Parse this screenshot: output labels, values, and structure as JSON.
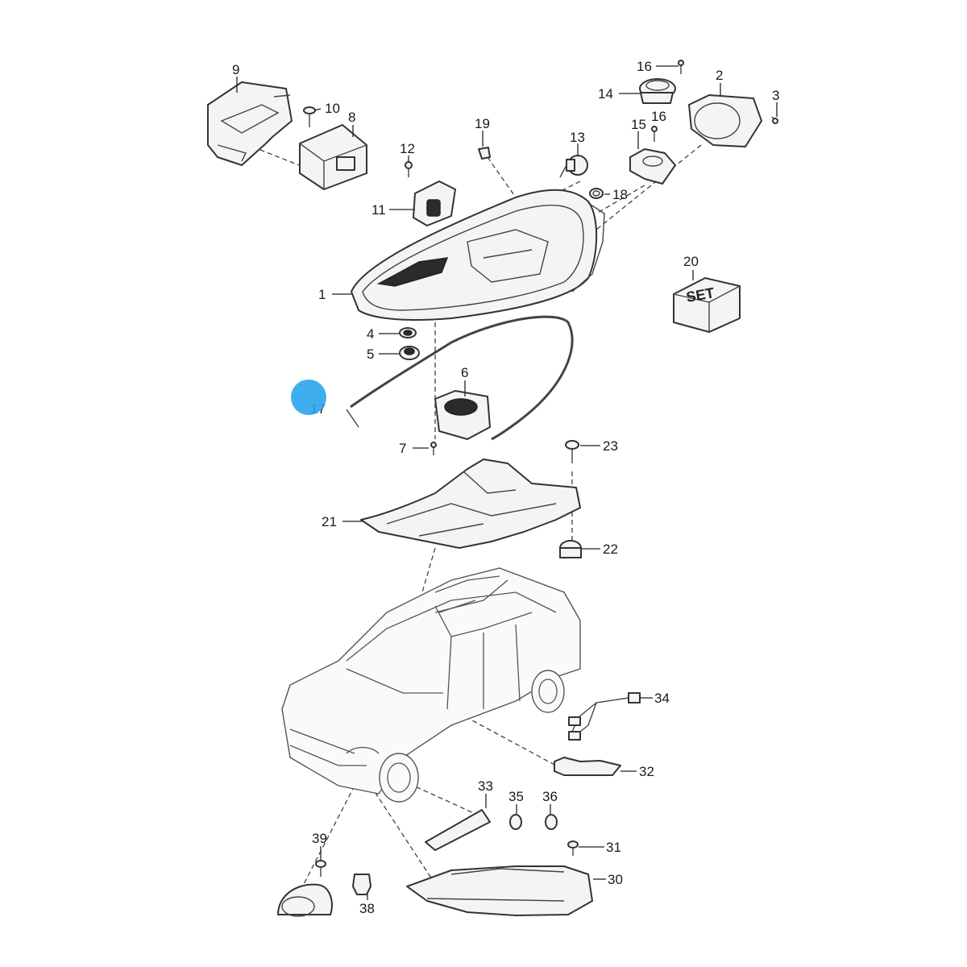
{
  "callouts": {
    "c1": "1",
    "c2": "2",
    "c3": "3",
    "c4": "4",
    "c5": "5",
    "c6": "6",
    "c7": "7",
    "c8": "8",
    "c9": "9",
    "c10": "10",
    "c11": "11",
    "c12": "12",
    "c13": "13",
    "c14": "14",
    "c15": "15",
    "c16a": "16",
    "c16b": "16",
    "c17": "17",
    "c18": "18",
    "c19": "19",
    "c20": "20",
    "c21": "21",
    "c22": "22",
    "c23": "23",
    "c30": "30",
    "c31": "31",
    "c32": "32",
    "c33": "33",
    "c34": "34",
    "c35": "35",
    "c36": "36",
    "c38": "38",
    "c39": "39"
  },
  "set_box_label": "SET",
  "marker_color": "#29a6ea"
}
